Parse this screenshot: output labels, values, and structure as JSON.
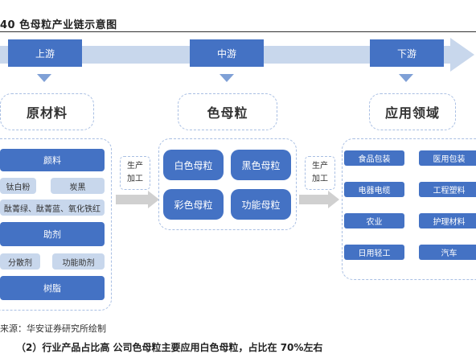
{
  "figure": {
    "title": "40  色母粒产业链示意图",
    "source": "来源：华安证券研究所绘制",
    "bottom_text": "（2）行业产品占比高  公司色母粒主要应用白色母粒，占比在 70%左右"
  },
  "stages": [
    "上游",
    "中游",
    "下游"
  ],
  "upstream": {
    "header": "原材料",
    "pigment_label": "颜料",
    "pigment_items": [
      "钛白粉",
      "炭黑"
    ],
    "pigment_more": "酞菁绿、酞菁蓝、氧化铁红",
    "additive_label": "助剂",
    "additive_items": [
      "分散剂",
      "功能助剂"
    ],
    "resin_label": "树脂"
  },
  "process": {
    "line1": "生产",
    "line2": "加工"
  },
  "midstream": {
    "header": "色母粒",
    "items": [
      "白色母粒",
      "黑色母粒",
      "彩色母粒",
      "功能母粒"
    ]
  },
  "downstream": {
    "header": "应用领域",
    "items": [
      "食品包装",
      "医用包装",
      "电器电缆",
      "工程塑料",
      "农业",
      "护理材料",
      "日用轻工",
      "汽车"
    ]
  },
  "colors": {
    "primary": "#4472c4",
    "light": "#c8d7ec",
    "arrow": "#d0d0d0"
  }
}
